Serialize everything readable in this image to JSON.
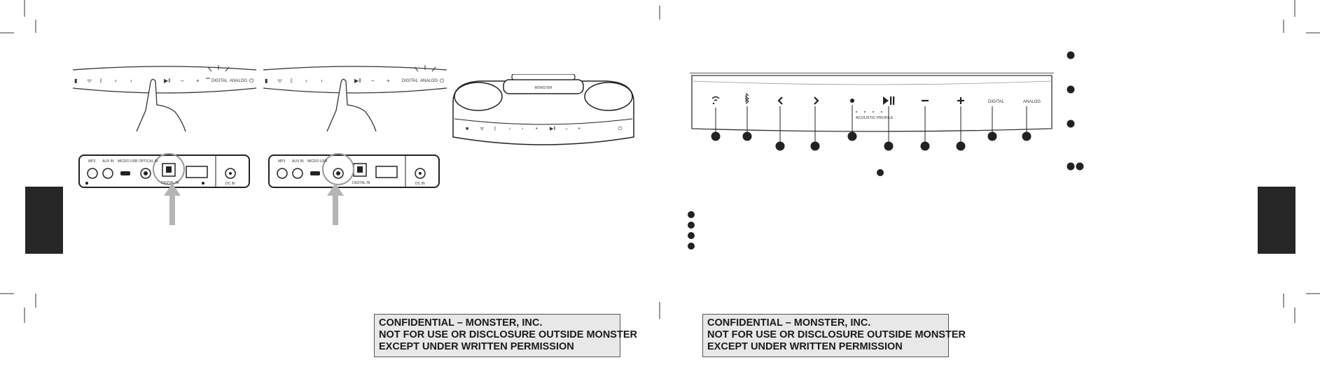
{
  "left_page": {
    "notice": {
      "line1": "CONFIDENTIAL – MONSTER, INC.",
      "line2": "NOT FOR USE OR DISCLOSURE OUTSIDE MONSTER",
      "line3": "EXCEPT UNDER WRITTEN PERMISSION"
    },
    "step1": {
      "port_labels": [
        "MP3",
        "AUX IN",
        "MICRO USB",
        "OPTICAL IN",
        "DIGITAL IN",
        "DC IN"
      ],
      "highlighted_port": "DIGITAL IN"
    },
    "step2": {
      "port_labels": [
        "MP3",
        "AUX IN",
        "MICRO USB",
        "DIGITAL IN",
        "DC IN"
      ],
      "highlighted_port": "OPTICAL IN"
    },
    "speaker_badge": "MONSTER"
  },
  "right_page": {
    "notice": {
      "line1": "CONFIDENTIAL – MONSTER, INC.",
      "line2": "NOT FOR USE OR DISCLOSURE OUTSIDE MONSTER",
      "line3": "EXCEPT UNDER WRITTEN PERMISSION"
    },
    "control_panel": {
      "labels": {
        "digital": "DIGITAL",
        "analog": "ANALOG",
        "acoustic_profile": "ACOUSTIC PROFILE"
      },
      "icons": [
        "wifi-icon",
        "bluetooth-icon",
        "previous-icon",
        "next-icon",
        "dot-icon",
        "play-pause-icon",
        "minus-icon",
        "plus-icon",
        "digital-label",
        "analog-label"
      ]
    }
  }
}
